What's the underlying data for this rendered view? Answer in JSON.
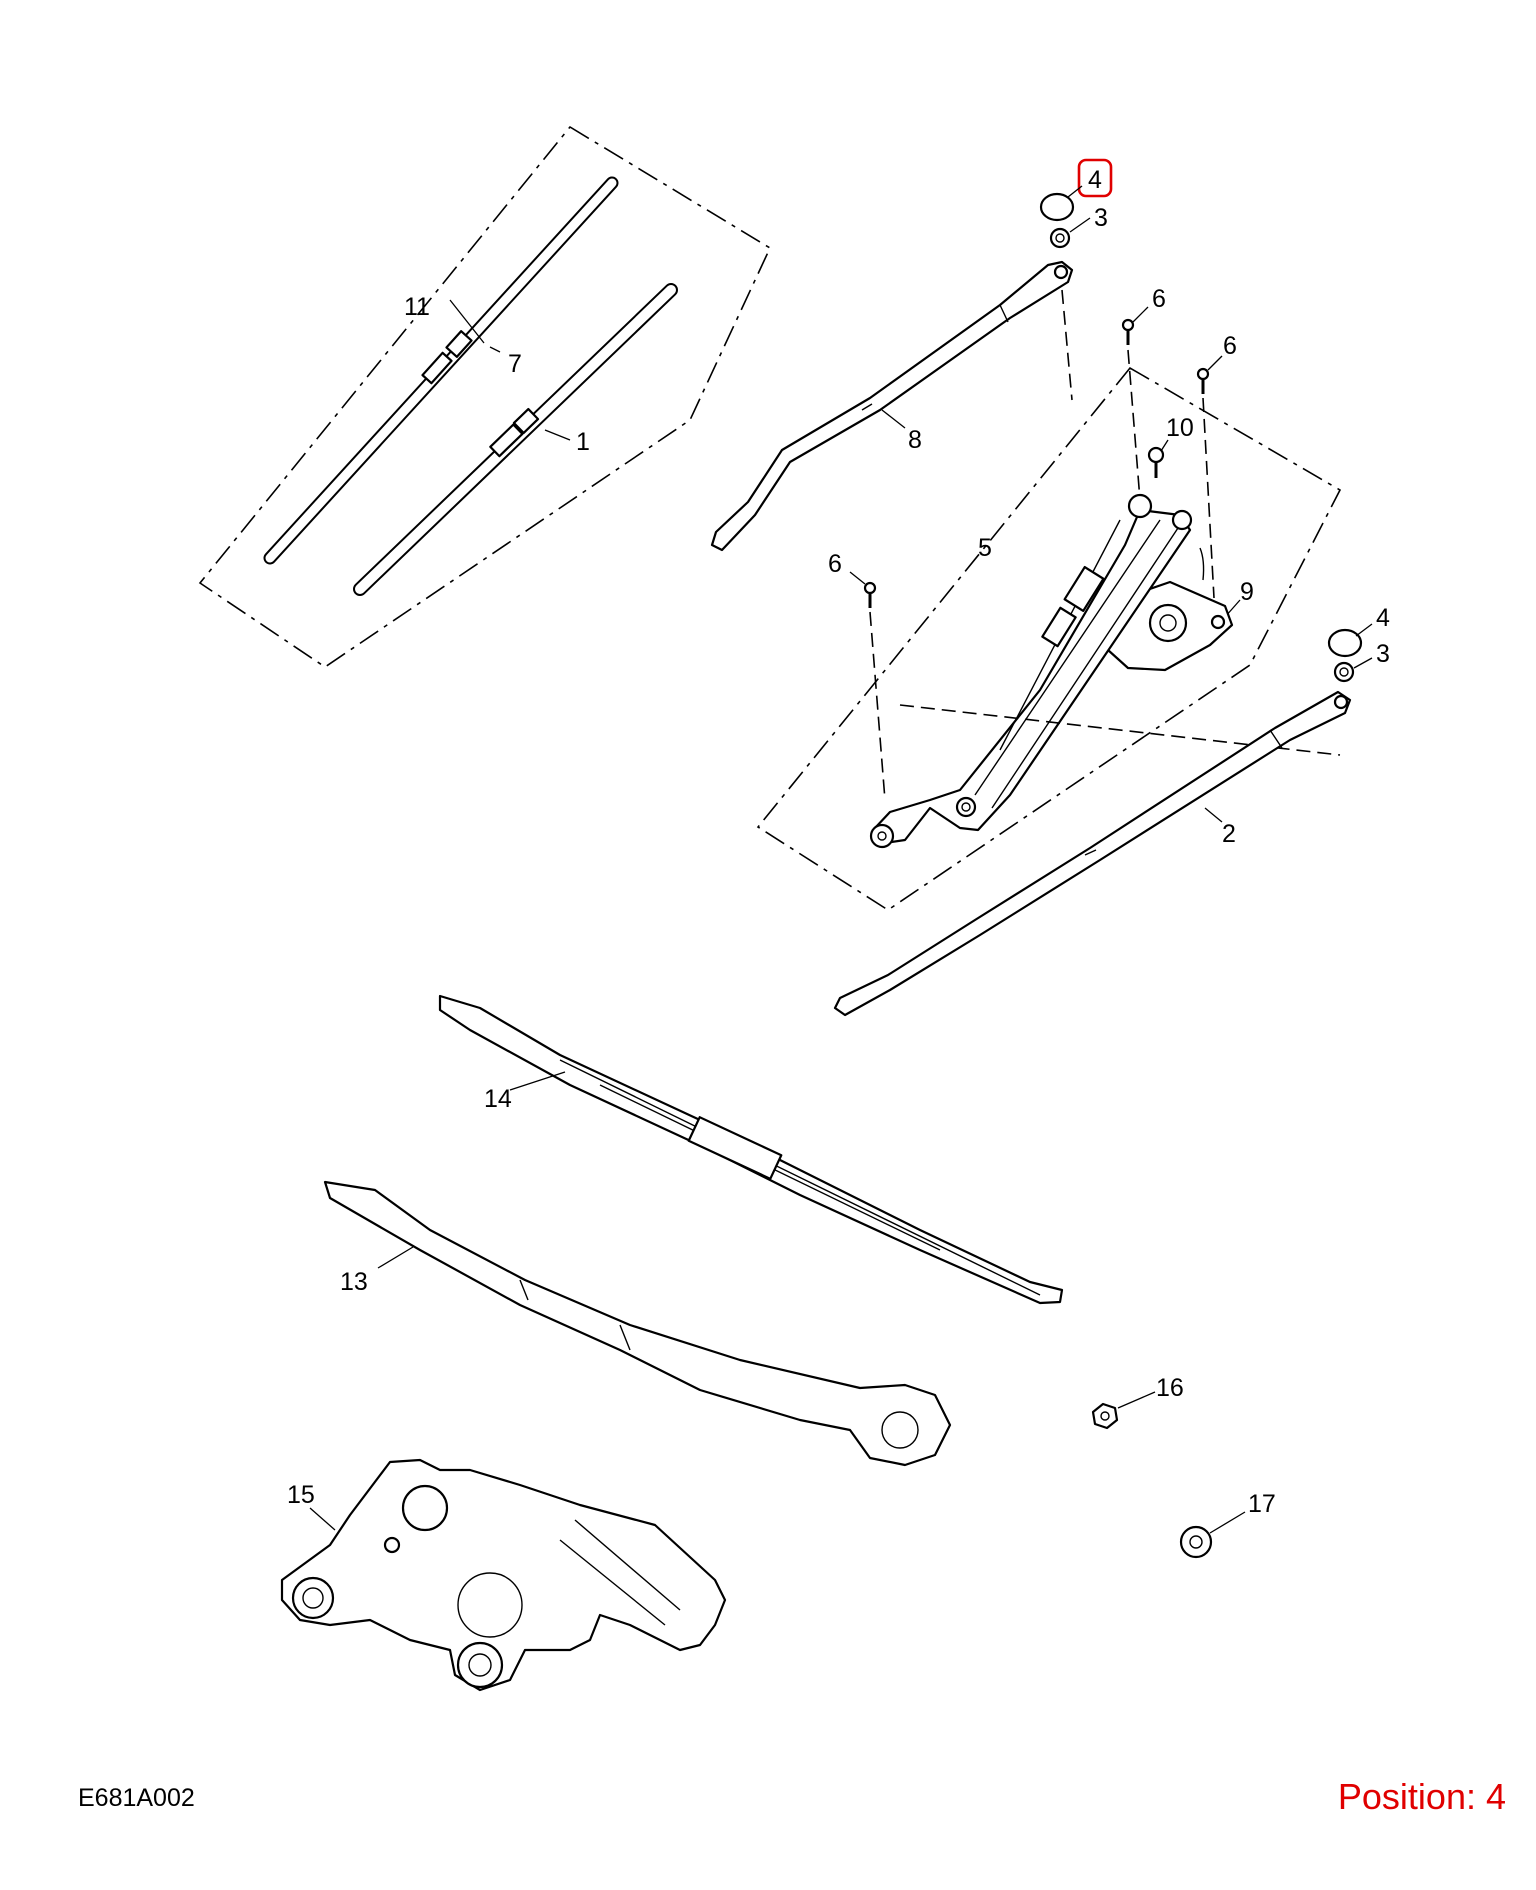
{
  "diagram_code": "E681A002",
  "position_label": "Position: 4",
  "highlight_color": "#e00000",
  "callouts": {
    "c11": "11",
    "c7": "7",
    "c1": "1",
    "c4a": "4",
    "c3a": "3",
    "c8": "8",
    "c6a": "6",
    "c6b": "6",
    "c10": "10",
    "c5": "5",
    "c6c": "6",
    "c9": "9",
    "c4b": "4",
    "c3b": "3",
    "c2": "2",
    "c14": "14",
    "c13": "13",
    "c16": "16",
    "c15": "15",
    "c17": "17"
  }
}
